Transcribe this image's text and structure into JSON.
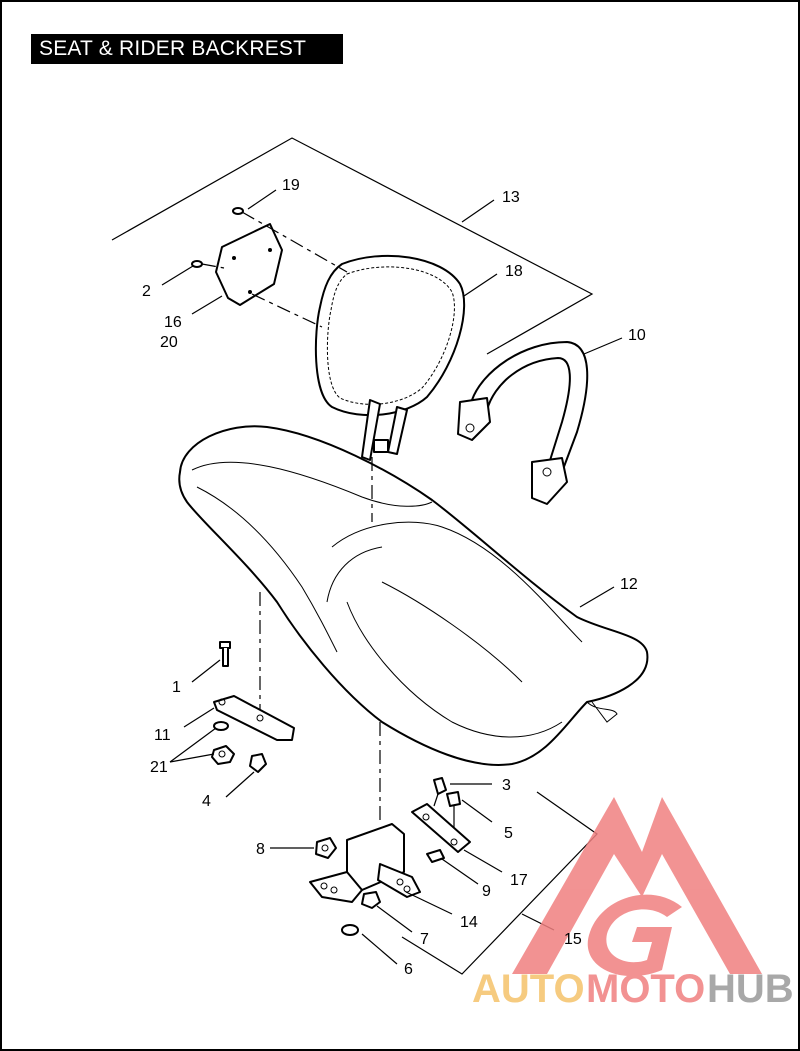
{
  "title": "SEAT & RIDER BACKREST",
  "labels": {
    "l1": "1",
    "l2": "2",
    "l3": "3",
    "l4": "4",
    "l5": "5",
    "l6": "6",
    "l7": "7",
    "l8": "8",
    "l9": "9",
    "l10": "10",
    "l11": "11",
    "l12": "12",
    "l13": "13",
    "l14": "14",
    "l15": "15",
    "l16": "16",
    "l17": "17",
    "l18": "18",
    "l19": "19",
    "l20": "20",
    "l21": "21"
  },
  "watermark": {
    "part1": "AUTO",
    "part2": "MOTO",
    "part3": "HUB",
    "color_auto": "#f5c26b",
    "color_moto": "#f08080",
    "color_hub": "#9a9a9a",
    "logo_color": "#f08080"
  }
}
